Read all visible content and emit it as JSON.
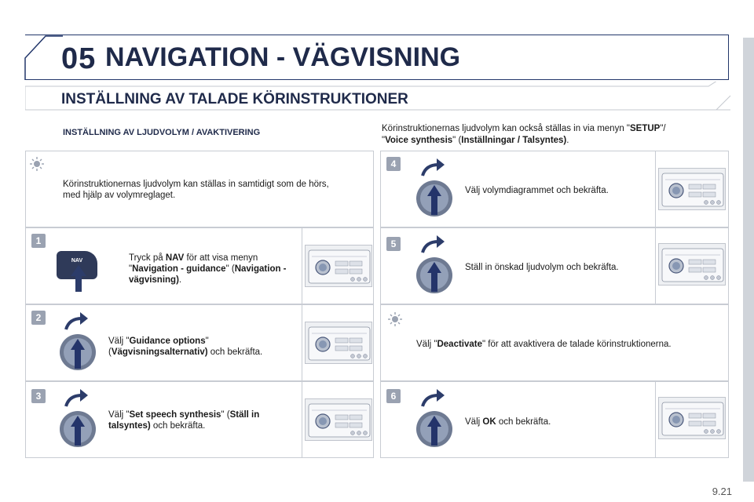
{
  "header": {
    "chapter": "05",
    "title": "NAVIGATION - VÄGVISNING"
  },
  "section": {
    "title": "INSTÄLLNING AV TALADE KÖRINSTRUKTIONER",
    "subhead": "INSTÄLLNING AV LJUDVOLYM / AVAKTIVERING",
    "intro_a": "Körinstruktionernas ljudvolym kan också ställas in via menyn \"",
    "intro_setup": "SETUP",
    "intro_b": "\"/",
    "intro_c": "\"",
    "intro_voice": "Voice synthesis",
    "intro_d": "\" (",
    "intro_inst": "Inställningar / Talsyntes)",
    "intro_e": "."
  },
  "left": {
    "tip": "Körinstruktionernas ljudvolym kan ställas in samtidigt som de hörs, med hjälp av volymreglaget.",
    "s1_num": "1",
    "s1_a": "Tryck på ",
    "s1_nav": "NAV",
    "s1_b": " för att visa menyn \"",
    "s1_guid": "Navigation - guidance",
    "s1_c": "\" (",
    "s1_vag": "Navigation - vägvisning)",
    "s1_d": ".",
    "nav_label": "NAV",
    "s2_num": "2",
    "s2_a": "Välj \"",
    "s2_opt": "Guidance options",
    "s2_b": "\" (",
    "s2_alt": "Vägvisningsalternativ)",
    "s2_c": " och bekräfta.",
    "s3_num": "3",
    "s3_a": "Välj \"",
    "s3_set": "Set speech synthesis",
    "s3_b": "\" (",
    "s3_st": "Ställ in talsyntes)",
    "s3_c": " och bekräfta."
  },
  "right": {
    "s4_num": "4",
    "s4": "Välj volymdiagrammet och bekräfta.",
    "s5_num": "5",
    "s5": "Ställ in önskad ljudvolym och bekräfta.",
    "tip_a": "Välj \"",
    "tip_deact": "Deactivate",
    "tip_b": "\" för att avaktivera de talade körinstruktionerna.",
    "s6_num": "6",
    "s6_a": "Välj ",
    "s6_ok": "OK",
    "s6_b": " och bekräfta."
  },
  "page_number": "9.21"
}
